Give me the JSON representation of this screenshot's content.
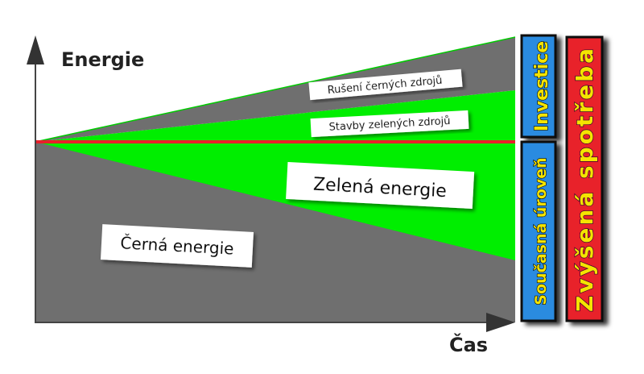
{
  "axes": {
    "y_label": "Energie",
    "x_label": "Čas"
  },
  "regions": {
    "black_energy": "Černá energie",
    "green_energy": "Zelená energie",
    "green_construction": "Stavby zelených zdrojů",
    "black_cancellation": "Rušení černých zdrojů"
  },
  "bars": {
    "current_level": "Současná úroveň",
    "investment": "Investice",
    "increased_consumption": "Zvýšená spotřeba"
  },
  "colors": {
    "gray": "#6f6f6f",
    "green": "#00ee00",
    "red_line": "#e8202a",
    "blue_bar": "#2b8be0",
    "yellow_text": "#f5e400",
    "red_bar": "#e8202a",
    "magenta_text": "#3a0030"
  }
}
